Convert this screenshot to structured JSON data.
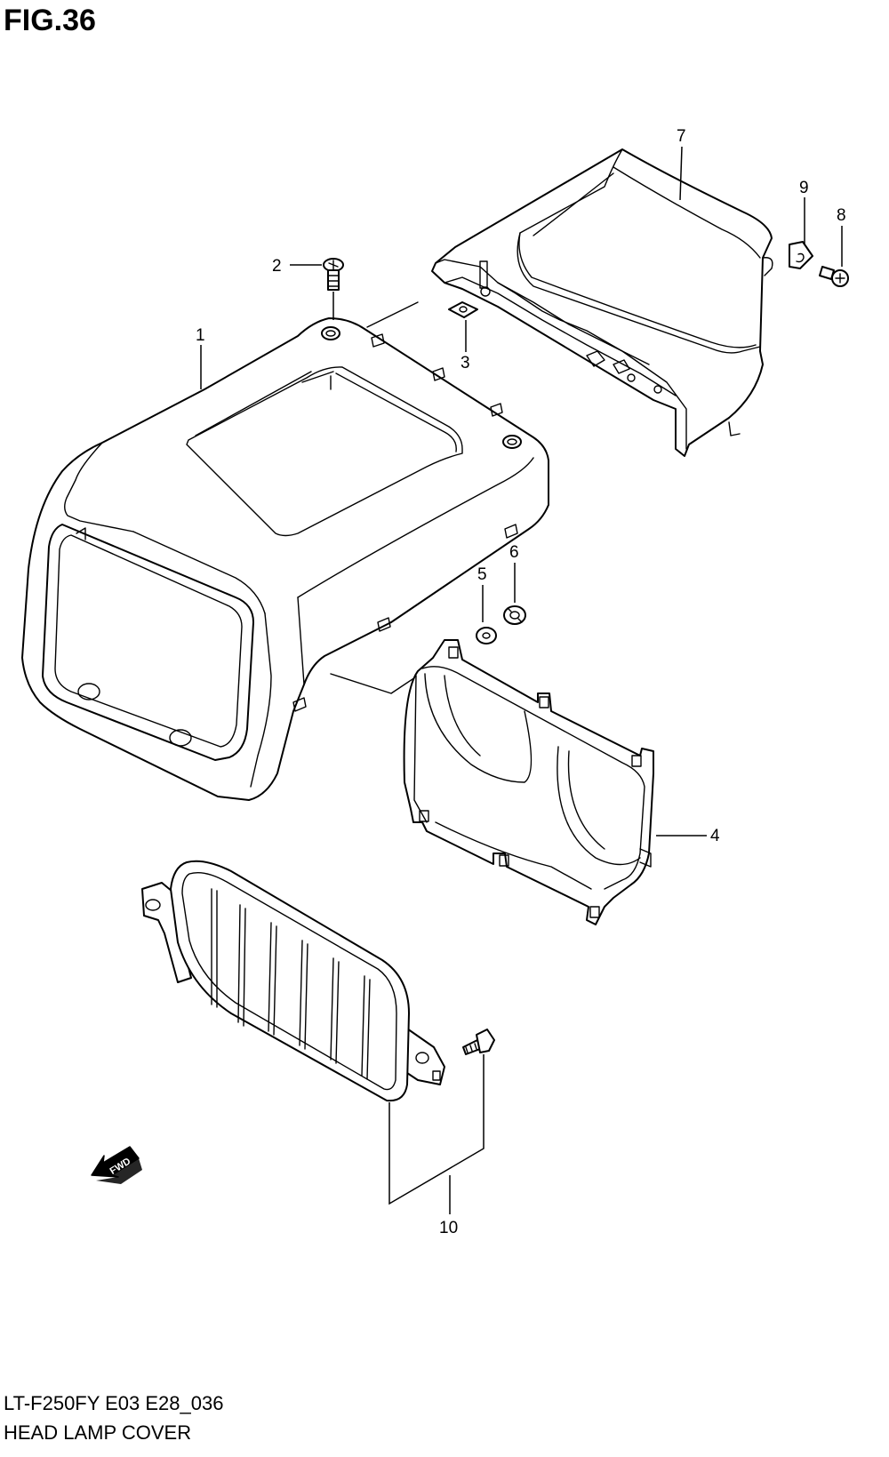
{
  "figure": {
    "title": "FIG.36",
    "model_code": "LT-F250FY E03 E28_036",
    "name": "HEAD LAMP COVER"
  },
  "callouts": {
    "c1": "1",
    "c2": "2",
    "c3": "3",
    "c4": "4",
    "c5": "5",
    "c6": "6",
    "c7": "7",
    "c8": "8",
    "c9": "9",
    "c10": "10"
  },
  "direction_arrow": {
    "label": "FWD",
    "icon": "fwd-arrow-icon"
  }
}
